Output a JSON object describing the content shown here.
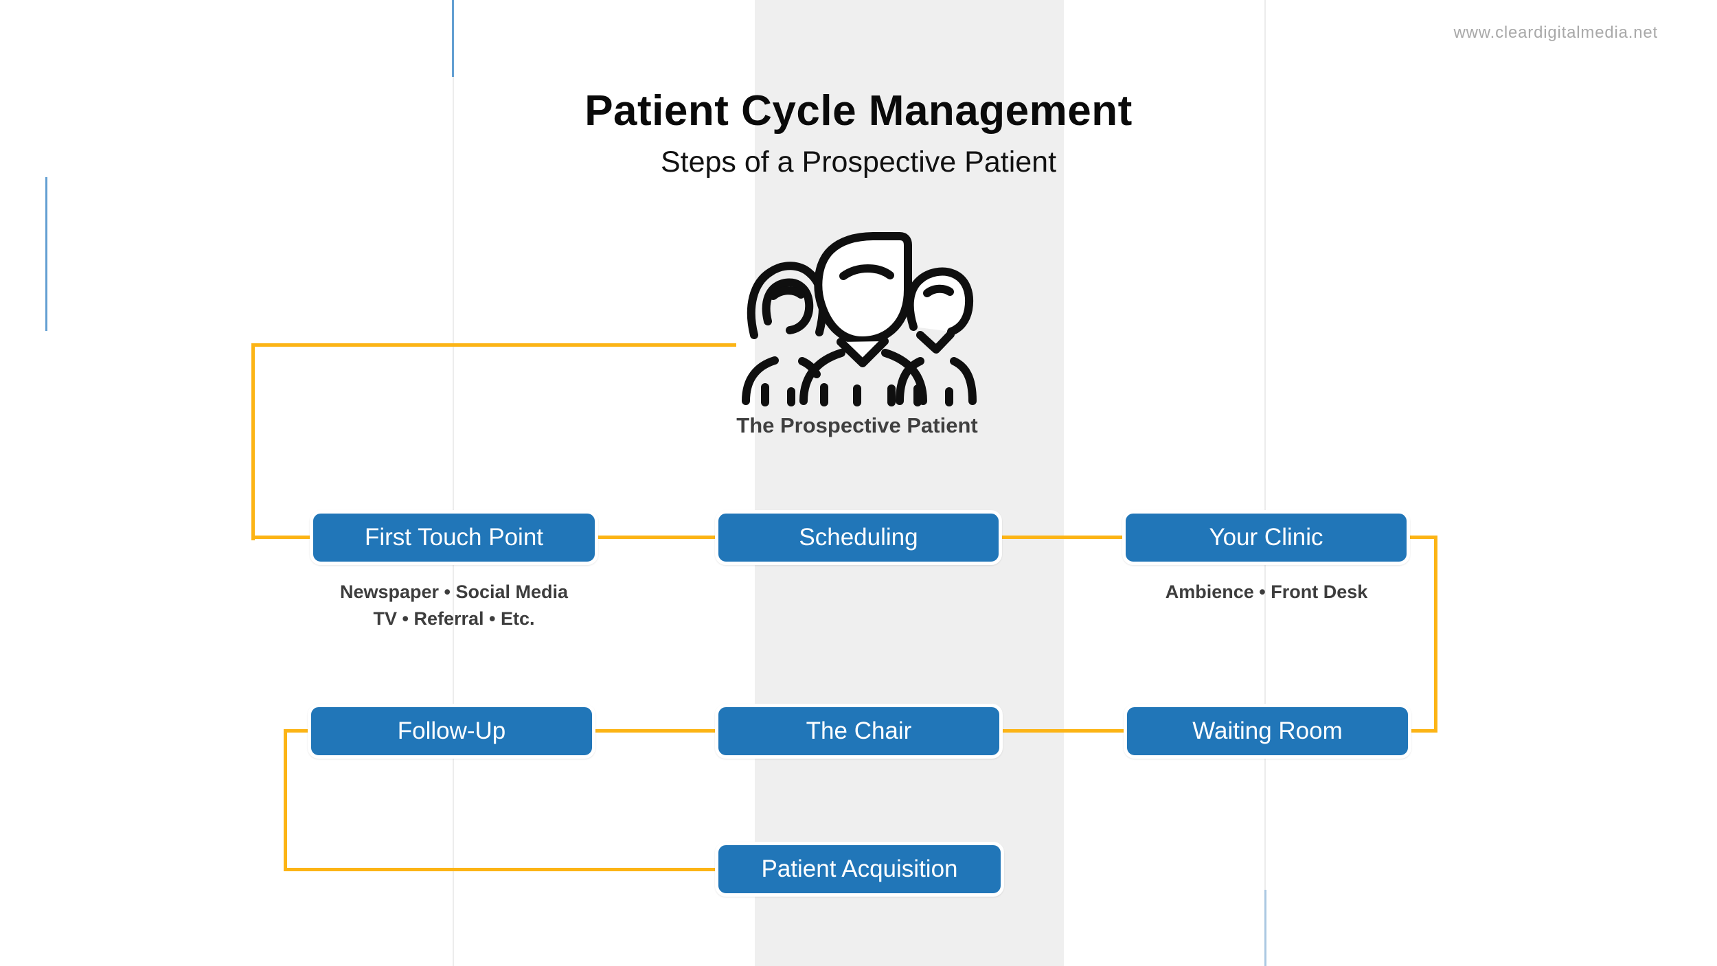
{
  "site": {
    "url": "www.cleardigitalmedia.net"
  },
  "header": {
    "title": "Patient Cycle Management",
    "subtitle": "Steps of a Prospective Patient"
  },
  "persona": {
    "icon": "three-people-icon",
    "caption": "The Prospective Patient"
  },
  "nodes": {
    "first_touch_point": {
      "label": "First Touch Point",
      "caption_line1": "Newspaper • Social Media",
      "caption_line2": "TV • Referral • Etc."
    },
    "scheduling": {
      "label": "Scheduling"
    },
    "your_clinic": {
      "label": "Your Clinic",
      "caption": "Ambience • Front Desk"
    },
    "follow_up": {
      "label": "Follow-Up"
    },
    "the_chair": {
      "label": "The Chair"
    },
    "waiting_room": {
      "label": "Waiting Room"
    },
    "patient_acquisition": {
      "label": "Patient Acquisition"
    }
  },
  "colors": {
    "box_blue": "#2176b8",
    "connector_yellow": "#fcb415",
    "band_gray": "#efefef",
    "guide_blue": "#639fd2",
    "guide_blue_light": "#abc8e2",
    "url_gray": "#a9a9a9"
  }
}
